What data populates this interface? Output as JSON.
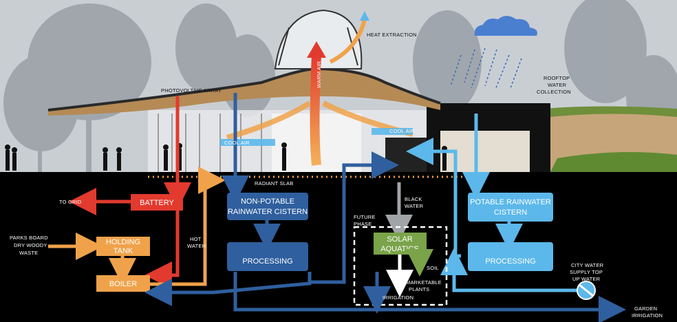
{
  "colors": {
    "sky": "#c9ced3",
    "ground": "#000000",
    "red": "#e23a2e",
    "orange": "#f0a24a",
    "dark_blue": "#2f5f9e",
    "light_blue": "#5cb8ea",
    "green": "#7aa34a",
    "white": "#ffffff",
    "grey": "#9aa0a6",
    "roof": "#b58a55"
  },
  "labels": {
    "photovoltaic": "PHOTOVOLTAIC ARRAY",
    "heat_extraction": "HEAT EXTRACTION",
    "rooftop_water_1": "ROOFTOP",
    "rooftop_water_2": "WATER",
    "rooftop_water_3": "COLLECTION",
    "warm_air": "WARM AIR",
    "cool_air_left": "COOL AIR",
    "cool_air_right": "COOL AIR",
    "radiant_slab": "RADIANT SLAB",
    "to_grid": "TO GRID",
    "parks_1": "PARKS BOARD",
    "parks_2": "DRY WOODY",
    "parks_3": "WASTE",
    "hot_water_1": "HOT",
    "hot_water_2": "WATER",
    "black_water_1": "BLACK",
    "black_water_2": "WATER",
    "future_1": "FUTURE",
    "future_2": "PHASE",
    "soil": "SOIL",
    "marketable_1": "MARKETABLE",
    "marketable_2": "PLANTS",
    "irrigation": "IRRIGATION",
    "city_1": "CITY WATER",
    "city_2": "SUPPLY TOP",
    "city_3": "UP WATER",
    "garden_1": "GARDEN",
    "garden_2": "IRRIGATION"
  },
  "boxes": {
    "battery": "BATTERY",
    "holding_1": "HOLDING",
    "holding_2": "TANK",
    "boiler": "BOILER",
    "nonpotable_1": "NON-POTABLE",
    "nonpotable_2": "RAINWATER CISTERN",
    "processing_left": "PROCESSING",
    "solar_1": "SOLAR",
    "solar_2": "AQUATICS",
    "potable_1": "POTABLE RAINWATER",
    "potable_2": "CISTERN",
    "processing_right": "PROCESSING"
  }
}
